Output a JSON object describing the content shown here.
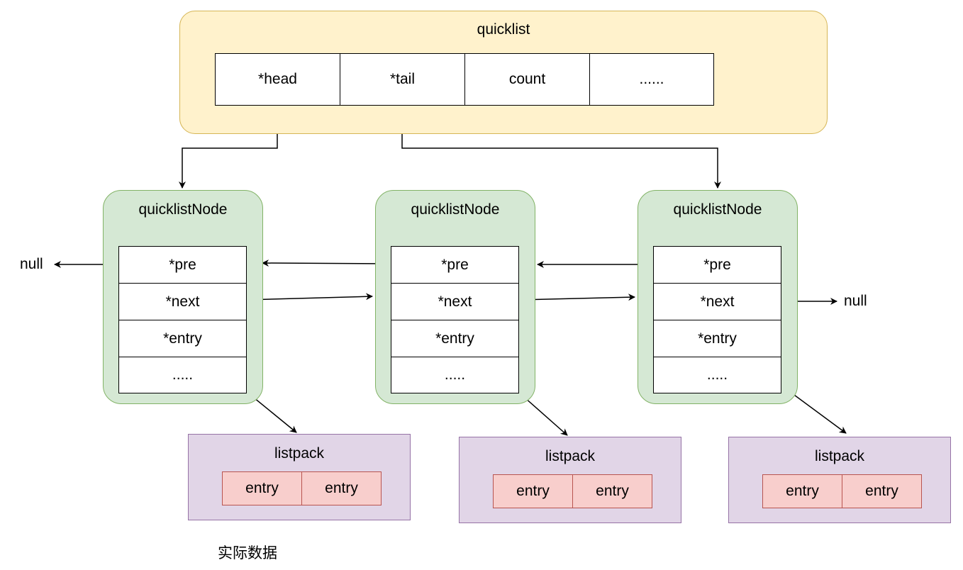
{
  "quicklist": {
    "title": "quicklist",
    "fields": [
      "*head",
      "*tail",
      "count",
      "......"
    ]
  },
  "nodes": [
    {
      "title": "quicklistNode",
      "fields": [
        "*pre",
        "*next",
        "*entry",
        "....."
      ]
    },
    {
      "title": "quicklistNode",
      "fields": [
        "*pre",
        "*next",
        "*entry",
        "....."
      ]
    },
    {
      "title": "quicklistNode",
      "fields": [
        "*pre",
        "*next",
        "*entry",
        "....."
      ]
    }
  ],
  "listpacks": [
    {
      "title": "listpack",
      "entries": [
        "entry",
        "entry"
      ]
    },
    {
      "title": "listpack",
      "entries": [
        "entry",
        "entry"
      ]
    },
    {
      "title": "listpack",
      "entries": [
        "entry",
        "entry"
      ]
    }
  ],
  "null_left": "null",
  "null_right": "null",
  "caption": "实际数据",
  "colors": {
    "quicklist_fill": "#fff2cc",
    "quicklist_stroke": "#d6b656",
    "node_fill": "#d5e8d4",
    "node_stroke": "#82b366",
    "listpack_fill": "#e1d5e7",
    "listpack_stroke": "#9673a6",
    "entry_fill": "#f8cecc",
    "entry_stroke": "#b85450"
  }
}
